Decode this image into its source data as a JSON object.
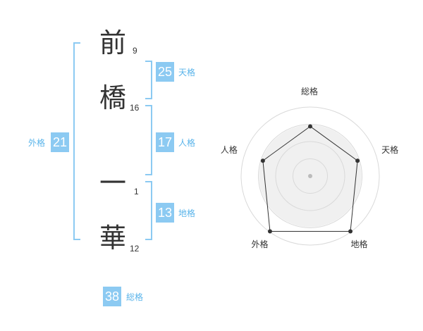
{
  "name_chars": [
    {
      "char": "前",
      "strokes": "9"
    },
    {
      "char": "橋",
      "strokes": "16"
    },
    {
      "char": "一",
      "strokes": "1"
    },
    {
      "char": "華",
      "strokes": "12"
    }
  ],
  "kakusu": {
    "tenkaku": {
      "label": "天格",
      "value": "25"
    },
    "jinkaku": {
      "label": "人格",
      "value": "17"
    },
    "chikaku": {
      "label": "地格",
      "value": "13"
    },
    "gaikaku": {
      "label": "外格",
      "value": "21"
    },
    "soukaku": {
      "label": "総格",
      "value": "38"
    }
  },
  "colors": {
    "accent": "#8ccaf2",
    "label": "#5ab4ea",
    "bracket": "#8ccaf2"
  },
  "chart_data": {
    "type": "radar",
    "axes": [
      "総格",
      "天格",
      "地格",
      "外格",
      "人格"
    ],
    "values": [
      0.72,
      0.72,
      0.99,
      0.99,
      0.72
    ],
    "range": [
      0,
      1
    ],
    "rings": 4
  }
}
